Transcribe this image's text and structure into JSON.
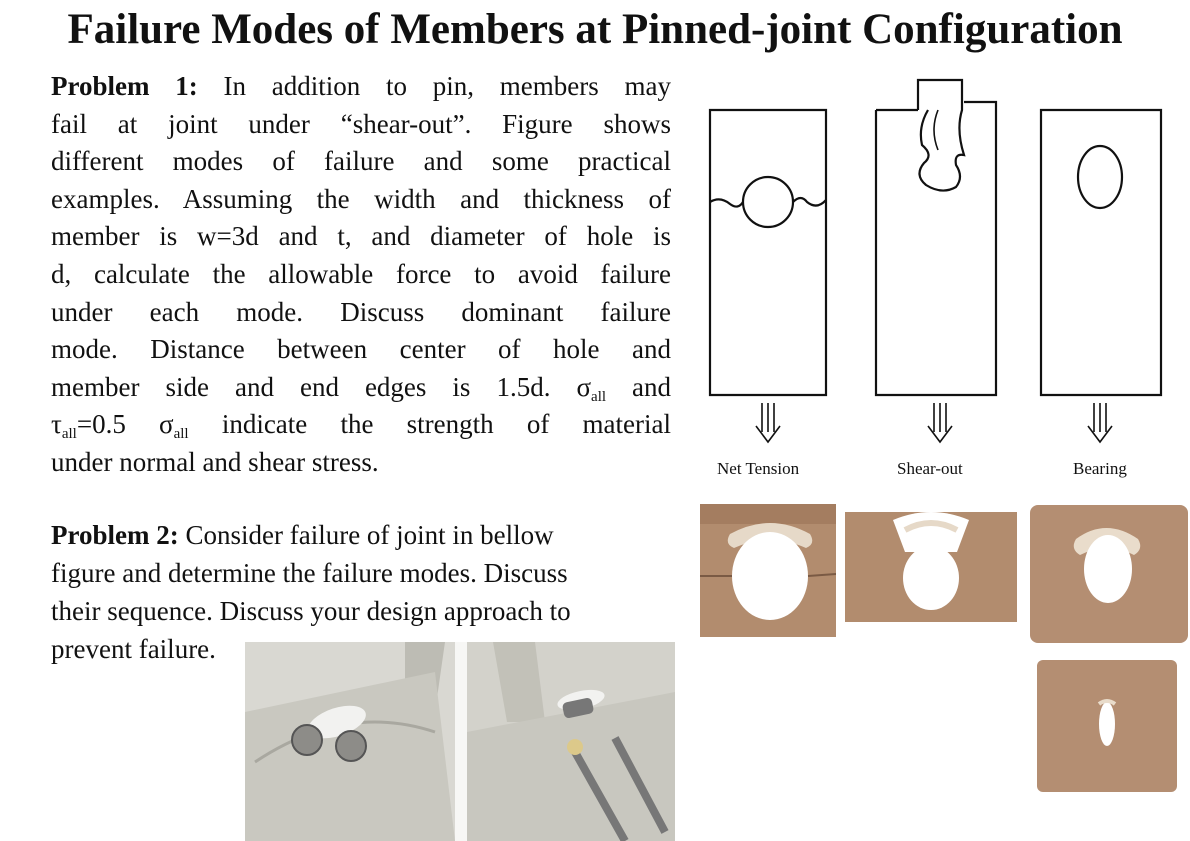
{
  "title": "Failure Modes of Members at Pinned-joint Configuration",
  "problem1": {
    "label": "Problem 1:",
    "lines": [
      "In addition to pin, members may",
      "fail at joint under “shear-out”. Figure shows",
      "different modes of failure and some practical",
      "examples. Assuming the width and thickness of",
      "member is w=3d and t, and diameter of hole is",
      "d, calculate the allowable force to avoid failure",
      "under each mode. Discuss dominant failure",
      "mode. Distance between center of hole and",
      "member side and end edges is 1.5d."
    ],
    "sigma": "σ",
    "tau": "τ",
    "sub_all": "all",
    "and_word": "and",
    "tau_eq": "=0.5",
    "line11_tail": "indicate the strength of material",
    "line12": "under normal and shear stress."
  },
  "problem2": {
    "label": "Problem 2:",
    "lines": [
      "Consider failure of joint in bellow",
      "figure and determine the failure modes. Discuss",
      "their sequence. Discuss your design approach to",
      "prevent failure."
    ]
  },
  "diagram": {
    "captions": [
      "Net Tension",
      "Shear-out",
      "Bearing"
    ]
  }
}
